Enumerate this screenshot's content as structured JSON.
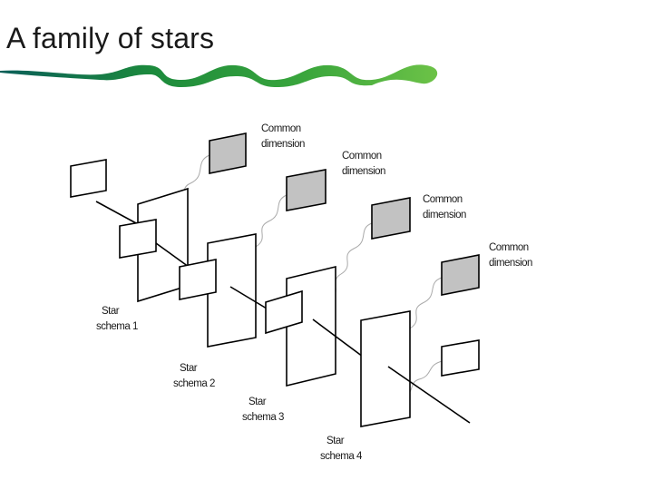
{
  "slide": {
    "title": "A family of stars"
  },
  "diagram": {
    "common_dimension_labels": [
      [
        "Common",
        "dimension"
      ],
      [
        "Common",
        "dimension"
      ],
      [
        "Common",
        "dimension"
      ],
      [
        "Common",
        "dimension"
      ]
    ],
    "schema_labels": [
      [
        "Star",
        "schema 1"
      ],
      [
        "Star",
        "schema 2"
      ],
      [
        "Star",
        "schema 3"
      ],
      [
        "Star",
        "schema 4"
      ]
    ]
  },
  "colors": {
    "banner_dark": "#0b5f59",
    "banner_mid": "#1c8a3c",
    "banner_light": "#6cc247",
    "shaded_dimension": "#c2c2c2"
  }
}
